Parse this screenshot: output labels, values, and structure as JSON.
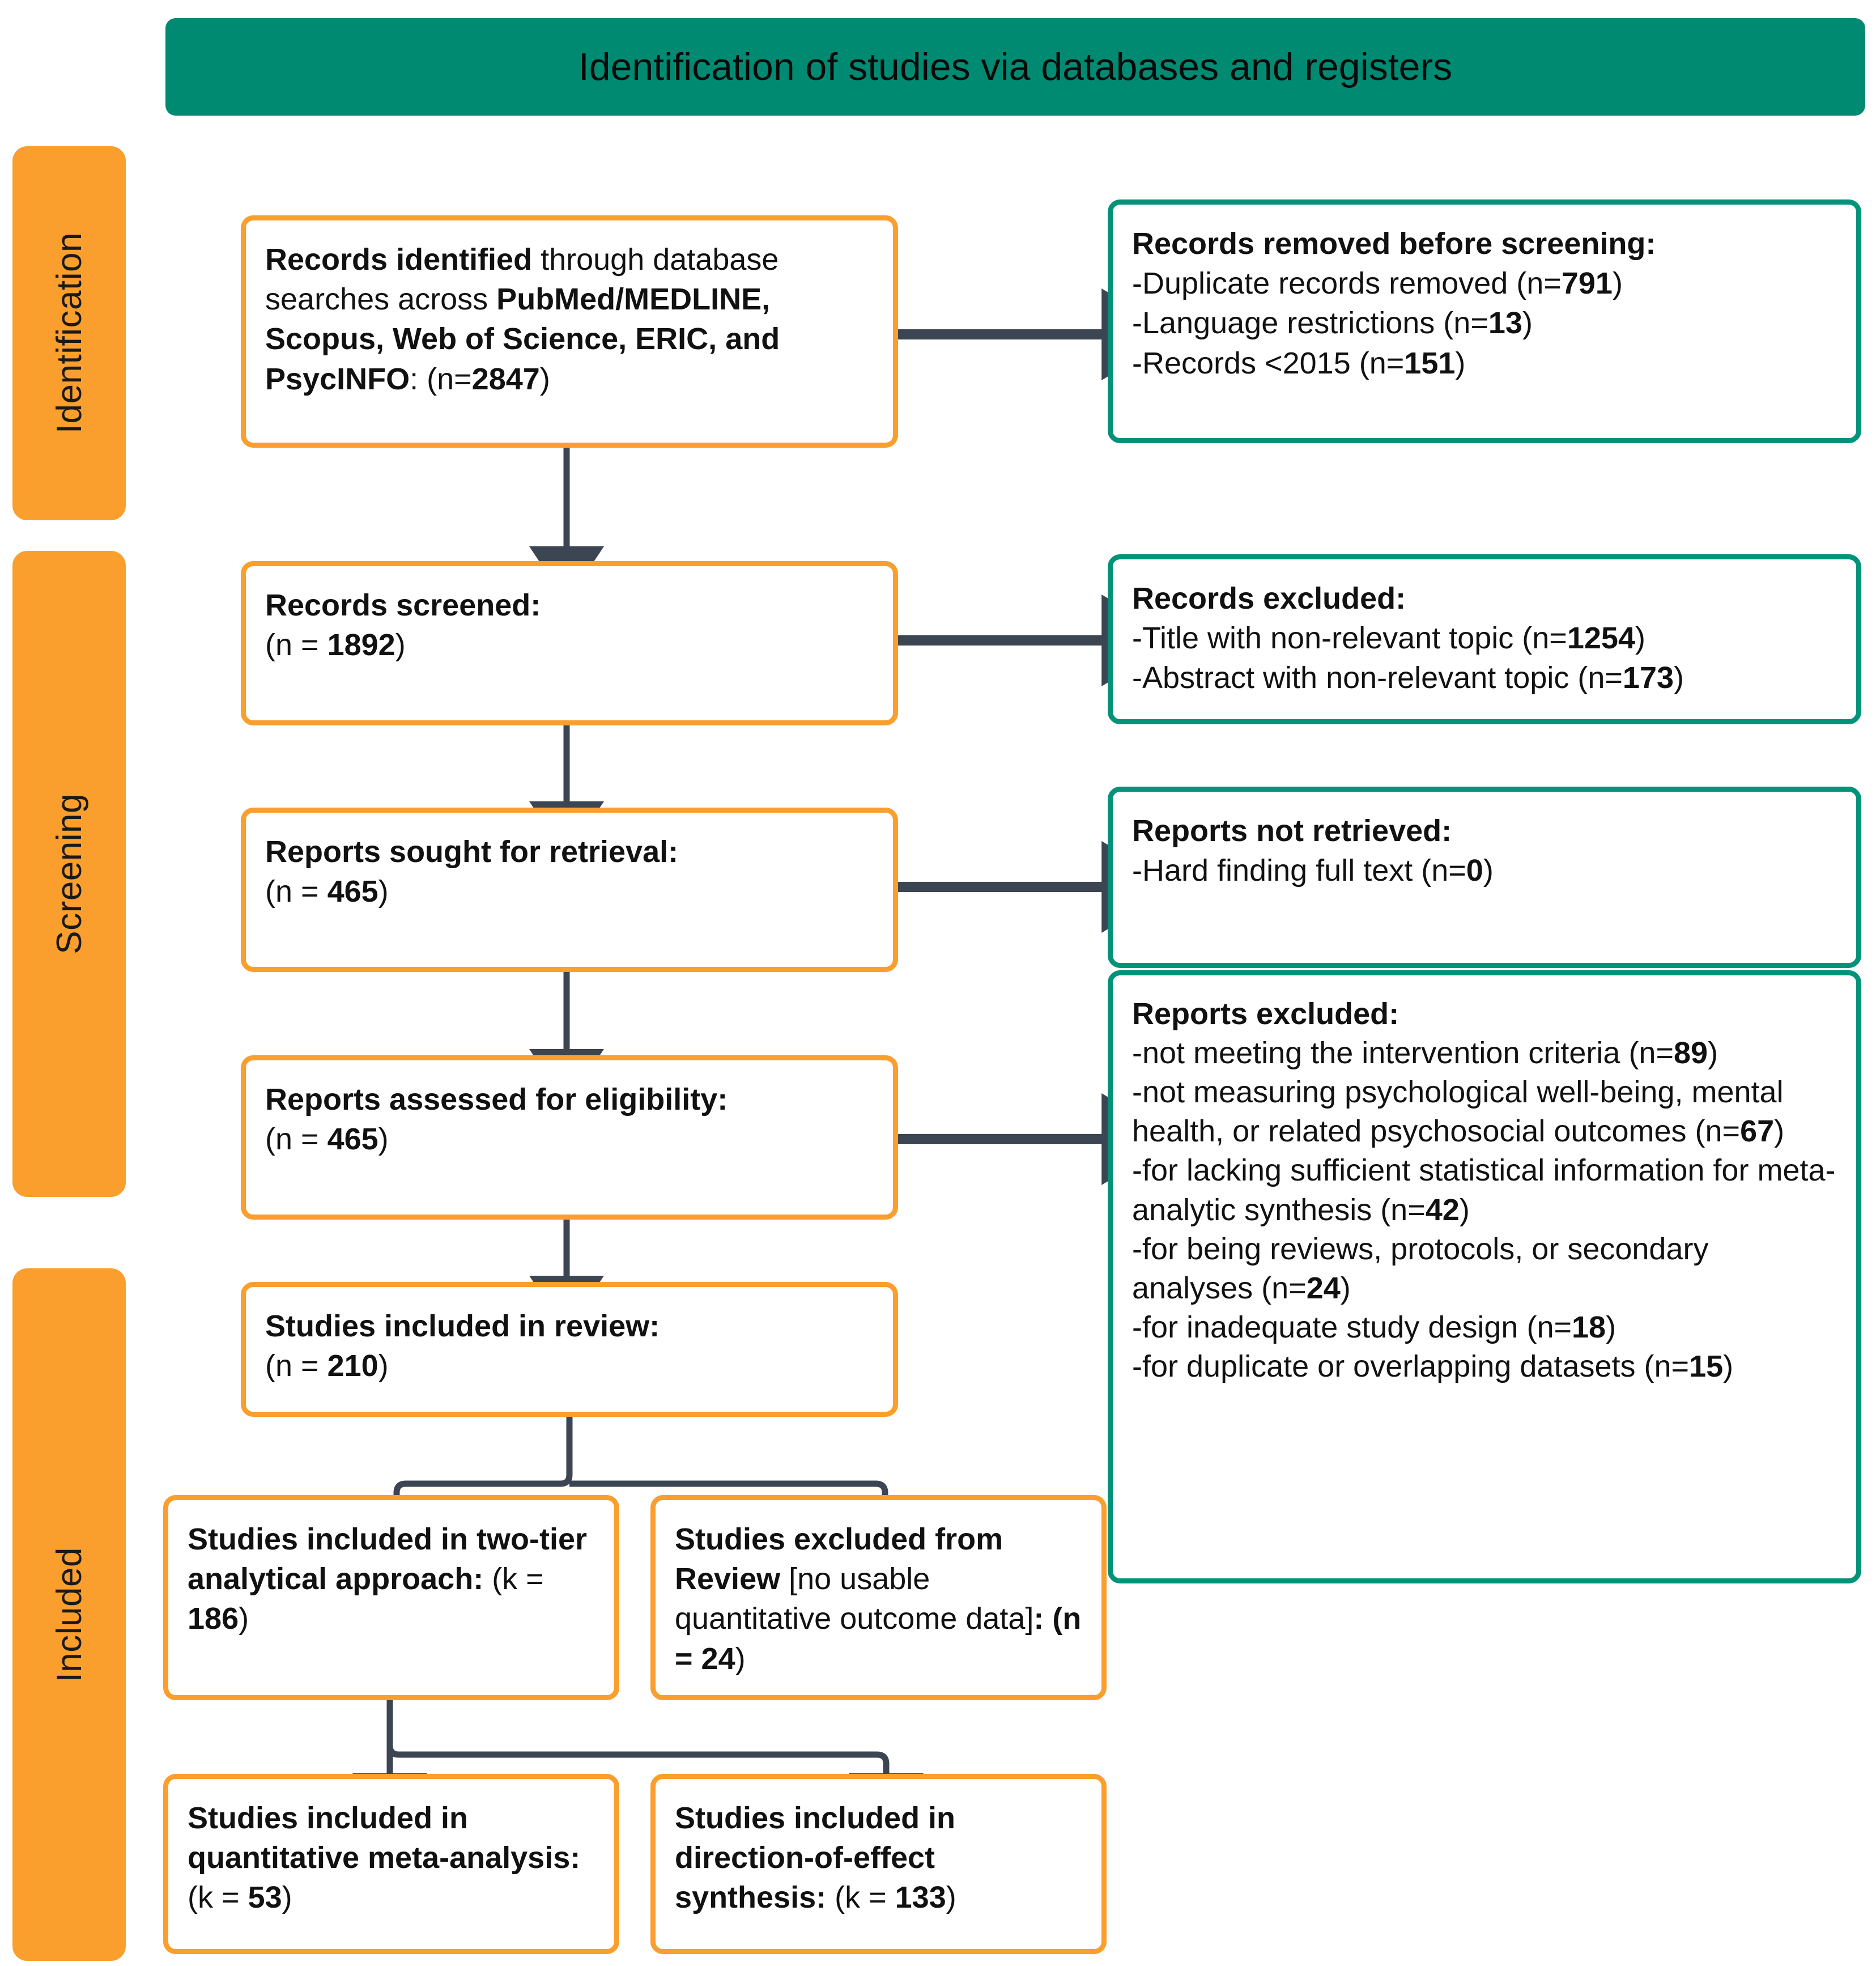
{
  "header": {
    "title": "Identification of studies via databases and registers",
    "bg_color": "#008A72"
  },
  "palette": {
    "orange": "#FA9F2E",
    "teal": "#00937A",
    "header_teal": "#008A72",
    "connector": "#3C4652",
    "text": "#111111"
  },
  "phases": [
    {
      "id": "identification",
      "label": "Identification"
    },
    {
      "id": "screening",
      "label": "Screening"
    },
    {
      "id": "included",
      "label": "Included"
    }
  ],
  "nodes": {
    "records_identified": {
      "title": "Records identified",
      "body": " through database searches across ",
      "sources": "PubMed/MEDLINE, Scopus, Web of Science, ERIC, and PsycINFO",
      "count_label": ": (n=",
      "count": "2847",
      "count_close": ")"
    },
    "records_removed": {
      "title": "Records removed before screening:",
      "items": [
        {
          "text": "-Duplicate records removed (n=",
          "value": "791",
          "close": ")"
        },
        {
          "text": "-Language restrictions (n=",
          "value": "13",
          "close": ")"
        },
        {
          "text": "-Records <2015 (n=",
          "value": "151",
          "close": ")"
        }
      ]
    },
    "records_screened": {
      "title": "Records screened:",
      "count_prefix": "(n = ",
      "count": "1892",
      "count_close": ")"
    },
    "records_excluded": {
      "title": "Records excluded:",
      "items": [
        {
          "text": "-Title with non-relevant topic (n=",
          "value": "1254",
          "close": ")"
        },
        {
          "text": "-Abstract with non-relevant topic (n=",
          "value": "173",
          "close": ")"
        }
      ]
    },
    "reports_sought": {
      "title": "Reports sought for retrieval:",
      "count_prefix": "(n = ",
      "count": "465",
      "count_close": ")"
    },
    "reports_not_retrieved": {
      "title": "Reports not retrieved:",
      "items": [
        {
          "text": "-Hard finding full text (n=",
          "value": "0",
          "close": ")"
        }
      ]
    },
    "reports_assessed": {
      "title": "Reports assessed for eligibility:",
      "count_prefix": "(n = ",
      "count": "465",
      "count_close": ")"
    },
    "reports_excluded": {
      "title": "Reports excluded:",
      "items": [
        {
          "text": "-not meeting the intervention criteria (n=",
          "value": "89",
          "close": ")"
        },
        {
          "text": "-not measuring psychological well-being, mental health, or related psychosocial outcomes (n=",
          "value": "67",
          "close": ")"
        },
        {
          "text": "-for lacking sufficient statistical information for meta-analytic synthesis (n=",
          "value": "42",
          "close": ")"
        },
        {
          "text": "-for being reviews, protocols, or secondary analyses (n=",
          "value": "24",
          "close": ")"
        },
        {
          "text": "-for inadequate study design (n=",
          "value": "18",
          "close": ")"
        },
        {
          "text": "-for duplicate or overlapping datasets (n=",
          "value": "15",
          "close": ")"
        }
      ]
    },
    "studies_in_review": {
      "title": "Studies included in review:",
      "count_prefix": "(n = ",
      "count": "210",
      "count_close": ")"
    },
    "two_tier": {
      "title": "Studies included in two-tier analytical approach:",
      "count_prefix": " (k = ",
      "count": "186",
      "count_close": ")"
    },
    "excluded_from_review": {
      "title": "Studies excluded from Review",
      "bracket": " [no usable quantitative outcome data]",
      "colon": ": (n = ",
      "count": "24",
      "count_close": ")"
    },
    "quant_meta": {
      "title": "Studies included in quantitative meta-analysis:",
      "count_prefix": " (k = ",
      "count": "53",
      "count_close": ")"
    },
    "direction_effect": {
      "title": "Studies included in direction-of-effect synthesis:",
      "count_prefix": " (k = ",
      "count": "133",
      "count_close": ")"
    }
  },
  "chart_data": {
    "type": "flowchart",
    "title": "Identification of studies via databases and registers",
    "stages": [
      {
        "phase": "Identification",
        "label": "Records identified through database searches across PubMed/MEDLINE, Scopus, Web of Science, ERIC, and PsycINFO",
        "n": 2847
      },
      {
        "phase": "Identification",
        "label": "Records removed before screening: Duplicate records removed",
        "n": 791
      },
      {
        "phase": "Identification",
        "label": "Records removed before screening: Language restrictions",
        "n": 13
      },
      {
        "phase": "Identification",
        "label": "Records removed before screening: Records <2015",
        "n": 151
      },
      {
        "phase": "Screening",
        "label": "Records screened",
        "n": 1892
      },
      {
        "phase": "Screening",
        "label": "Records excluded: Title with non-relevant topic",
        "n": 1254
      },
      {
        "phase": "Screening",
        "label": "Records excluded: Abstract with non-relevant topic",
        "n": 173
      },
      {
        "phase": "Screening",
        "label": "Reports sought for retrieval",
        "n": 465
      },
      {
        "phase": "Screening",
        "label": "Reports not retrieved: Hard finding full text",
        "n": 0
      },
      {
        "phase": "Screening",
        "label": "Reports assessed for eligibility",
        "n": 465
      },
      {
        "phase": "Screening",
        "label": "Reports excluded: not meeting the intervention criteria",
        "n": 89
      },
      {
        "phase": "Screening",
        "label": "Reports excluded: not measuring psychological well-being, mental health, or related psychosocial outcomes",
        "n": 67
      },
      {
        "phase": "Screening",
        "label": "Reports excluded: for lacking sufficient statistical information for meta-analytic synthesis",
        "n": 42
      },
      {
        "phase": "Screening",
        "label": "Reports excluded: for being reviews, protocols, or secondary analyses",
        "n": 24
      },
      {
        "phase": "Screening",
        "label": "Reports excluded: for inadequate study design",
        "n": 18
      },
      {
        "phase": "Screening",
        "label": "Reports excluded: for duplicate or overlapping datasets",
        "n": 15
      },
      {
        "phase": "Included",
        "label": "Studies included in review",
        "n": 210
      },
      {
        "phase": "Included",
        "label": "Studies included in two-tier analytical approach",
        "k": 186
      },
      {
        "phase": "Included",
        "label": "Studies excluded from Review [no usable quantitative outcome data]",
        "n": 24
      },
      {
        "phase": "Included",
        "label": "Studies included in quantitative meta-analysis",
        "k": 53
      },
      {
        "phase": "Included",
        "label": "Studies included in direction-of-effect synthesis",
        "k": 133
      }
    ]
  }
}
